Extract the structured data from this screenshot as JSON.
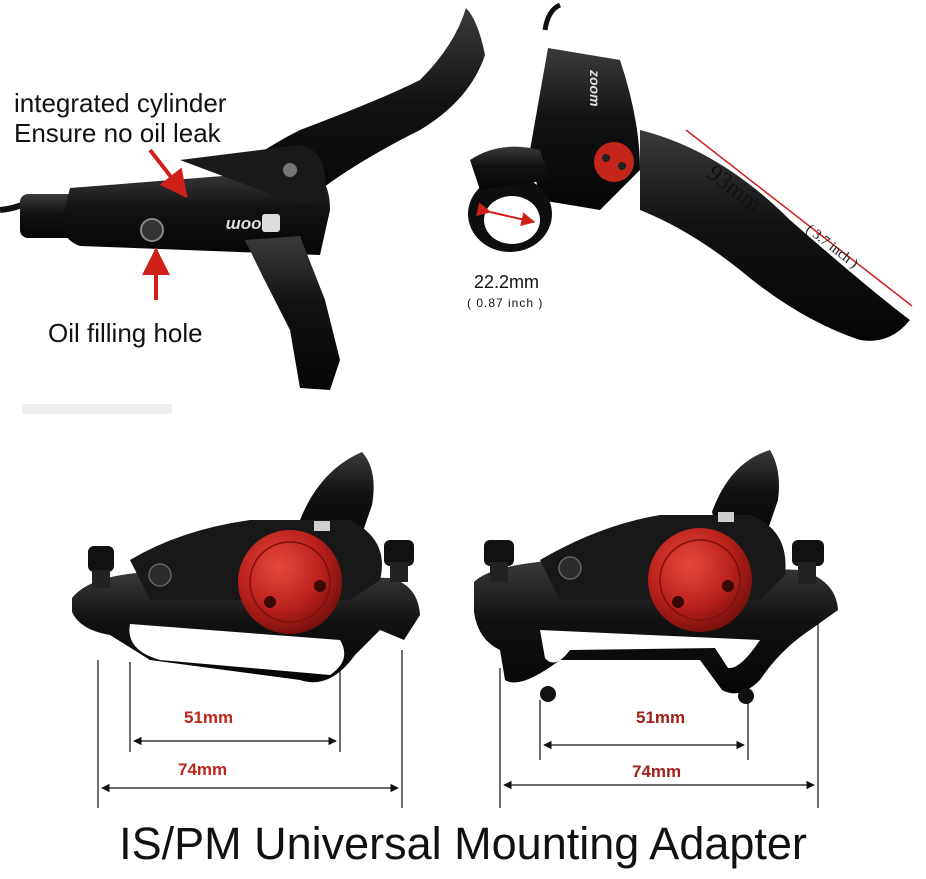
{
  "labels": {
    "cylinder_line1": "integrated cylinder",
    "cylinder_line2": "Ensure no oil leak",
    "oil_hole": "Oil filling hole",
    "clamp_size": "22.2mm",
    "clamp_size_inch": "( 0.87 inch )",
    "lever_length": "93mm",
    "lever_length_inch": "( 3.7 inch )",
    "dim_51_left": "51mm",
    "dim_74_left": "74mm",
    "dim_51_right": "51mm",
    "dim_74_right": "74mm"
  },
  "brand_marks": [
    "zoom",
    "zoom"
  ],
  "caption": "IS/PM Universal Mounting Adapter",
  "colors": {
    "annotation_red": "#d0201a",
    "rotor_red": "#c4261c",
    "body_black": "#141414",
    "caption_text": "#111111"
  }
}
